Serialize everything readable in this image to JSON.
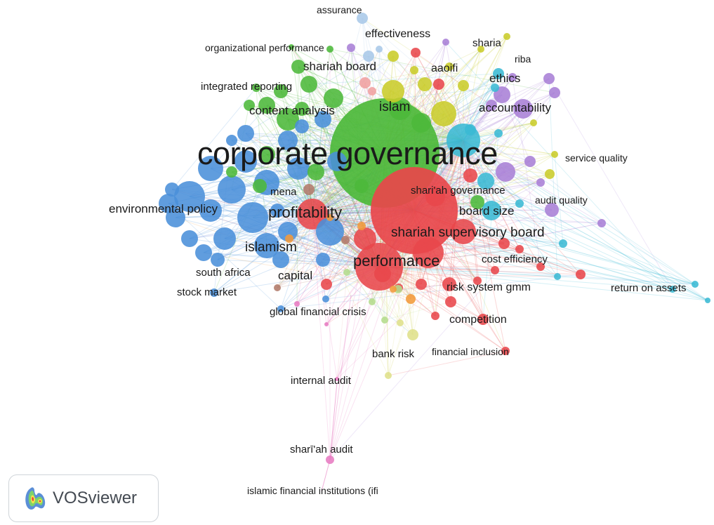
{
  "app": {
    "logo_text": "VOSviewer",
    "logo_icon": "vosviewer-heatmap-icon"
  },
  "clusters": {
    "red": "#e8474b",
    "green": "#4cb83a",
    "blue": "#4a90d9",
    "yellow": "#c9cc2a",
    "purple": "#a97fd6",
    "cyan": "#3ab9d4",
    "orange": "#f29a3a",
    "pink": "#e77bc1",
    "lightblue": "#a9c8e8",
    "lightgreen": "#b4dc8c",
    "brown": "#b07a6a",
    "paleyellow": "#dfe08a",
    "salmon": "#f0a0a0"
  },
  "labels": {
    "assurance": "assurance",
    "effectiveness": "effectiveness",
    "sharia": "sharia",
    "organizational_performance": "organizational performance",
    "riba": "riba",
    "shariah_board": "shariah board",
    "aaoifi": "aaoifi",
    "ethics": "ethics",
    "integrated_reporting": "integrated reporting",
    "islam": "islam",
    "accountability": "accountability",
    "content_analysis": "content analysis",
    "corporate_governance": "corporate governance",
    "service_quality": "service quality",
    "shariah_governance": "shari'ah governance",
    "mena": "mena",
    "audit_quality": "audit quality",
    "environmental_policy": "environmental policy",
    "profitability": "profitability",
    "board_size": "board size",
    "shariah_supervisory_board": "shariah supervisory board",
    "islamism": "islamism",
    "cost_efficiency": "cost efficiency",
    "performance": "performance",
    "south_africa": "south africa",
    "capital": "capital",
    "return_on_assets": "return on assets",
    "risk_system_gmm": "risk system gmm",
    "stock_market": "stock market",
    "global_financial_crisis": "global financial crisis",
    "competition": "competition",
    "bank_risk": "bank risk",
    "financial_inclusion": "financial inclusion",
    "internal_audit": "internal audit",
    "shariah_audit": "sharī'ah audit",
    "islamic_financial_institutions": "islamic financial institutions (ifi"
  }
}
